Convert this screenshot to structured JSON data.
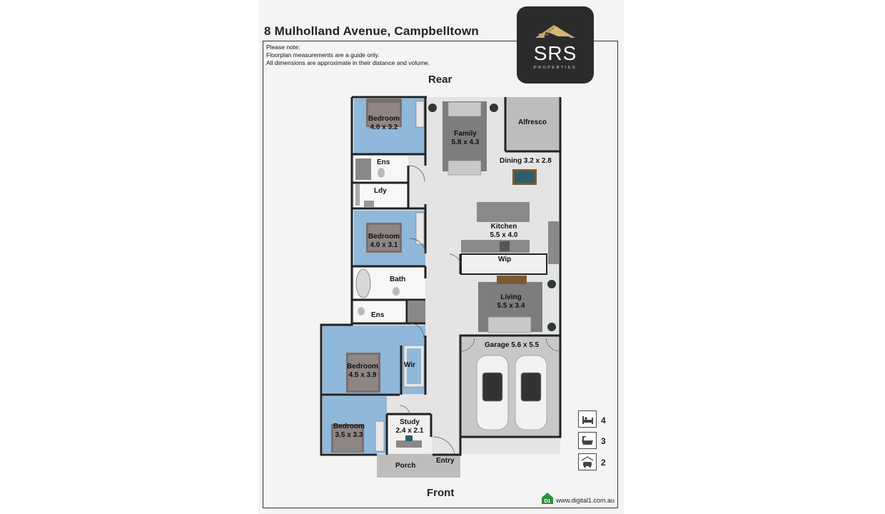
{
  "document": {
    "title": "8 Mulholland Avenue, Campbelltown",
    "note_lines": [
      "Please note:",
      "Floorplan measurements are a guide only.",
      "All dimensions are approximate in their distance and volume."
    ],
    "rear_label": "Rear",
    "front_label": "Front",
    "footer_url": "www.digital1.com.au"
  },
  "logo": {
    "brand": "SRS",
    "sub": "PROPERTIES",
    "icon": "house-roof-icon"
  },
  "rooms": {
    "bedroom1": {
      "name": "Bedroom",
      "dims": "4.0 x 3.2"
    },
    "ens1": {
      "name": "Ens"
    },
    "ldy": {
      "name": "Ldy"
    },
    "bedroom2": {
      "name": "Bedroom",
      "dims": "4.0 x 3.1"
    },
    "bath": {
      "name": "Bath"
    },
    "ens2": {
      "name": "Ens"
    },
    "bedroom3": {
      "name": "Bedroom",
      "dims": "4.5 x 3.9"
    },
    "wir": {
      "name": "Wir"
    },
    "bedroom4": {
      "name": "Bedroom",
      "dims": "3.5 x 3.3"
    },
    "study": {
      "name": "Study",
      "dims": "2.4 x 2.1"
    },
    "porch": {
      "name": "Porch"
    },
    "entry": {
      "name": "Entry"
    },
    "family": {
      "name": "Family",
      "dims": "5.8 x 4.3"
    },
    "alfresco": {
      "name": "Alfresco"
    },
    "dining": {
      "name": "Dining 3.2 x 2.8"
    },
    "kitchen": {
      "name": "Kitchen",
      "dims": "5.5 x 4.0"
    },
    "wip": {
      "name": "Wip"
    },
    "living": {
      "name": "Living",
      "dims": "5.5 x 3.4"
    },
    "garage": {
      "name": "Garage 5.6 x 5.5"
    }
  },
  "legend": [
    {
      "icon": "bed-icon",
      "count": "4"
    },
    {
      "icon": "bathtub-icon",
      "count": "3"
    },
    {
      "icon": "car-icon",
      "count": "2"
    }
  ],
  "colors": {
    "bedroom_blue": "#8fb8da",
    "floor_grey": "#e4e4e4",
    "wall": "#222222",
    "outdoor": "#bdbdbd",
    "logo_bg": "#2b2b2b",
    "roof_gold": "#c9a56a"
  }
}
